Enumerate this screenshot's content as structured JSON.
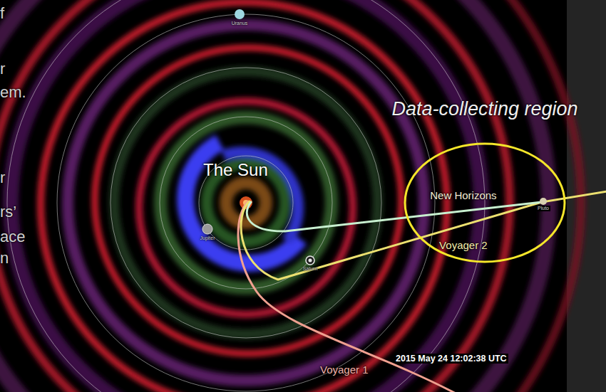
{
  "diagram": {
    "nodes": [
      {
        "text": [
          "Data-collecting region",
          "New Horizons",
          "Voyager 2"
        ]
      }
    ],
    "labels": [
      "f",
      "r",
      "em.",
      "r",
      "rs’",
      "ace",
      "n",
      "Uranus",
      "The Sun",
      "Jupiter",
      "Saturn",
      "Pluto",
      "Voyager 1",
      "2015 May 24 12:02:38 UTC"
    ]
  }
}
